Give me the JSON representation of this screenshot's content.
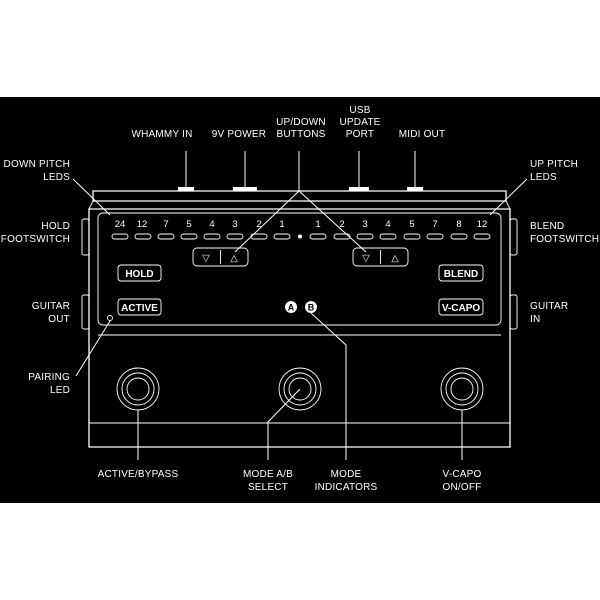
{
  "callouts": {
    "whammy_in": "WHAMMY IN",
    "power": "9V POWER",
    "updown_1": "UP/DOWN",
    "updown_2": "BUTTONS",
    "usb_1": "USB",
    "usb_2": "UPDATE",
    "usb_3": "PORT",
    "midi_out": "MIDI OUT",
    "down_pitch_1": "DOWN PITCH",
    "down_pitch_2": "LEDS",
    "up_pitch_1": "UP PITCH",
    "up_pitch_2": "LEDS",
    "hold_fs_1": "HOLD",
    "hold_fs_2": "FOOTSWITCH",
    "blend_fs_1": "BLEND",
    "blend_fs_2": "FOOTSWITCH",
    "guitar_out_1": "GUITAR",
    "guitar_out_2": "OUT",
    "guitar_in_1": "GUITAR",
    "guitar_in_2": "IN",
    "pairing_1": "PAIRING",
    "pairing_2": "LED",
    "active_bypass": "ACTIVE/BYPASS",
    "mode_ab_1": "MODE A/B",
    "mode_ab_2": "SELECT",
    "mode_ind_1": "MODE",
    "mode_ind_2": "INDICATORS",
    "vcapo_1": "V-CAPO",
    "vcapo_2": "ON/OFF"
  },
  "led_numbers": {
    "down": [
      "24",
      "12",
      "7",
      "5",
      "4",
      "3",
      "2",
      "1"
    ],
    "up": [
      "1",
      "2",
      "3",
      "4",
      "5",
      "7",
      "8",
      "12"
    ]
  },
  "panel_buttons": {
    "hold": "HOLD",
    "active": "ACTIVE",
    "blend": "BLEND",
    "vcapo": "V-CAPO"
  },
  "mode_indicators": [
    "A",
    "B"
  ],
  "arrows": {
    "down": "▽",
    "up": "△"
  },
  "colors": {
    "background": "#000000",
    "outline": "#ffffff",
    "page": "#ffffff"
  }
}
